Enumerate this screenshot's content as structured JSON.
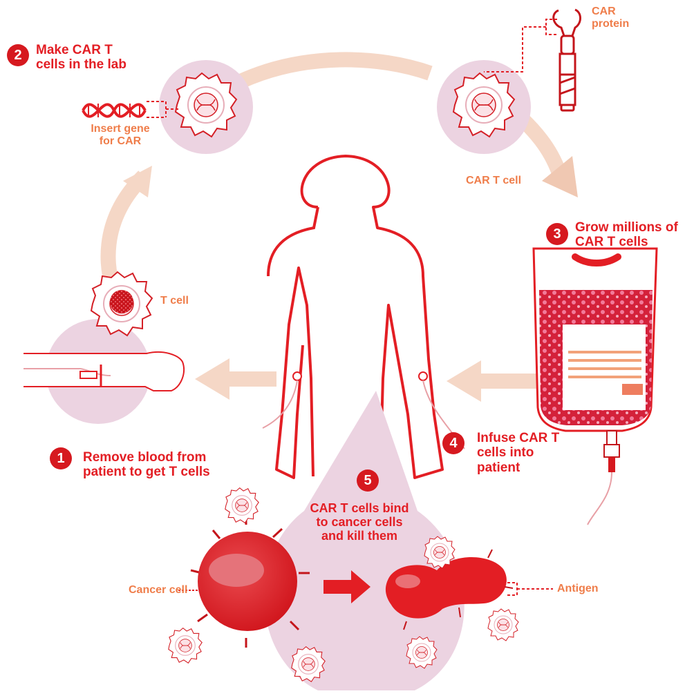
{
  "colors": {
    "primary_red": "#e31e24",
    "dark_red": "#c4151b",
    "label_orange": "#ef7d4a",
    "cell_pink": "#ecd3e1",
    "arrow_peach": "#f5d7c6"
  },
  "steps": [
    {
      "number": "1",
      "label": "Remove blood from patient to get T cells"
    },
    {
      "number": "2",
      "label": "Make CAR T cells in the lab"
    },
    {
      "number": "3",
      "label": "Grow millions of CAR T cells"
    },
    {
      "number": "4",
      "label": "Infuse CAR T cells into patient"
    },
    {
      "number": "5",
      "label": "CAR T cells bind to cancer cells and kill them"
    }
  ],
  "labels": {
    "t_cell": "T cell",
    "insert_gene": "Insert gene for CAR",
    "car_protein": "CAR protein",
    "car_t_cell": "CAR T cell",
    "cancer_cell": "Cancer cell",
    "antigen": "Antigen"
  },
  "icons": [
    "dna-icon",
    "t-cell-icon",
    "car-t-cell-icon",
    "car-protein-icon",
    "iv-bag-icon",
    "arm-icon",
    "child-silhouette-icon",
    "cancer-cell-icon",
    "dying-cancer-cell-icon",
    "arrow-icon"
  ]
}
